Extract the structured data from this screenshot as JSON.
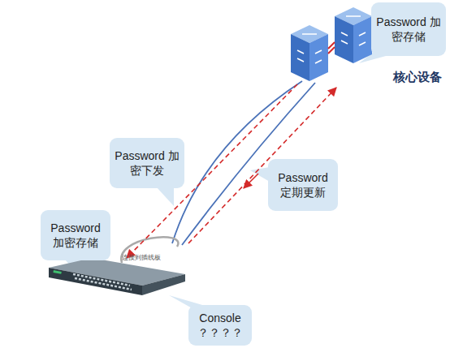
{
  "diagram": {
    "nodes": [
      {
        "text": [
          "Password 加密存储"
        ]
      },
      {
        "text": [
          "核心设备"
        ]
      },
      {
        "text": [
          "Password 加密下发"
        ]
      },
      {
        "text": [
          "Password 定期更新"
        ]
      },
      {
        "text": [
          "Password 加密存储"
        ]
      },
      {
        "text": [
          "Console ？？？？"
        ]
      }
    ],
    "labels": [
      "连接到插线板"
    ]
  }
}
